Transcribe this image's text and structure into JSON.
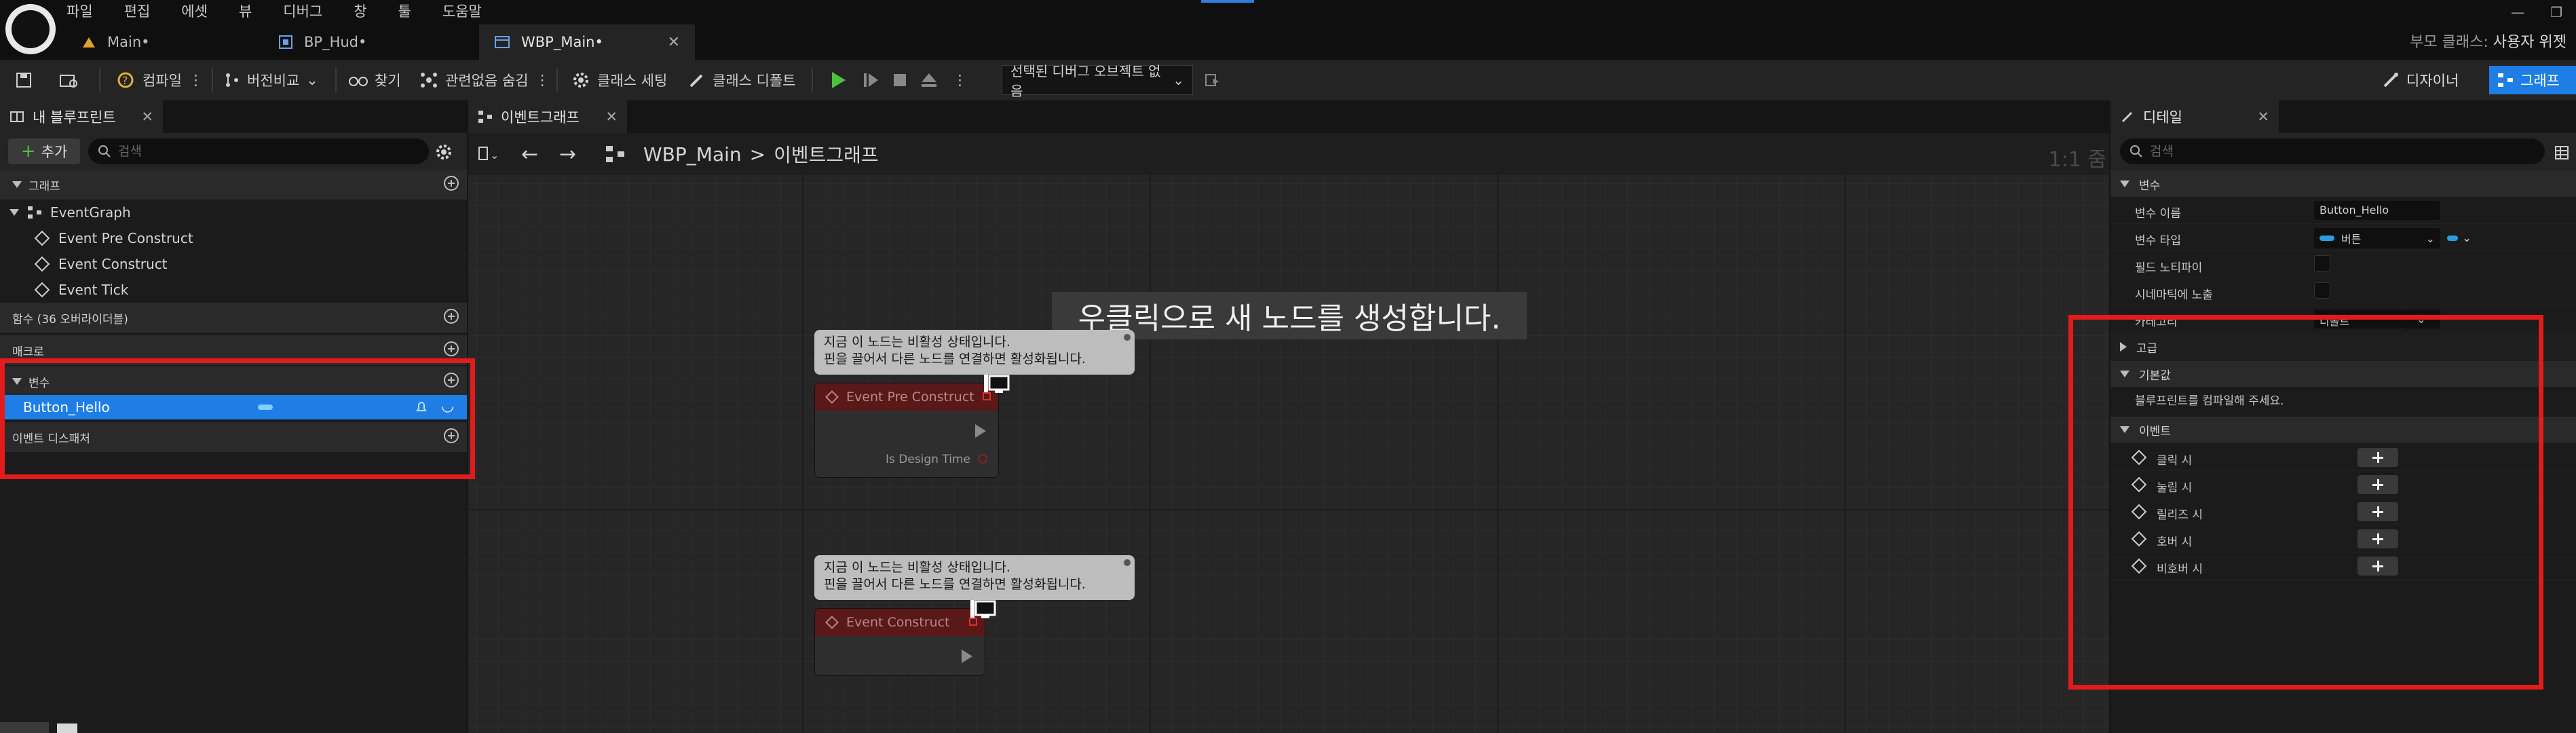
{
  "menu": [
    "파일",
    "편집",
    "에셋",
    "뷰",
    "디버그",
    "창",
    "툴",
    "도움말"
  ],
  "doc_tabs": [
    {
      "label": "Main•"
    },
    {
      "label": "BP_Hud•"
    },
    {
      "label": "WBP_Main•"
    }
  ],
  "title_right": {
    "label": "부모 클래스:",
    "value": "사용자 위젯"
  },
  "toolbar": {
    "compile": "컴파일",
    "diff": "버전비교",
    "find": "찾기",
    "hide_unrelated": "관련없음 숨김",
    "class_settings": "클래스 세팅",
    "class_defaults": "클래스 디폴트",
    "debug_select": "선택된 디버그 오브젝트 없음",
    "designer": "디자이너",
    "graph": "그래프"
  },
  "left_panel": {
    "tab": "내 블루프린트",
    "add": "추가",
    "search_placeholder": "검색",
    "sections": {
      "graph": "그래프",
      "functions": "함수 (36 오버라이더블)",
      "macros": "매크로",
      "variables": "변수",
      "dispatchers": "이벤트 디스패처"
    },
    "graph_items": [
      "EventGraph",
      "Event Pre Construct",
      "Event Construct",
      "Event Tick"
    ],
    "variable": "Button_Hello"
  },
  "graph": {
    "tab": "이벤트그래프",
    "breadcrumb_root": "WBP_Main",
    "breadcrumb_sep": ">",
    "breadcrumb_leaf": "이벤트그래프",
    "zoom": "1:1 줌",
    "hint": "우클릭으로 새 노드를 생성합니다.",
    "comment_line1": "지금 이 노드는 비활성 상태입니다.",
    "comment_line2": "핀을 끌어서 다른 노드를 연결하면 활성화됩니다.",
    "node1_title": "Event Pre Construct",
    "node1_pin": "Is Design Time",
    "node2_title": "Event Construct"
  },
  "details": {
    "tab": "디테일",
    "search_placeholder": "검색",
    "cat_variable": "변수",
    "var_name_label": "변수 이름",
    "var_name_value": "Button_Hello",
    "var_type_label": "변수 타입",
    "var_type_value": "버튼",
    "field_notify": "필드 노티파이",
    "cinematic": "시네마틱에 노출",
    "category_label": "카테고리",
    "category_value": "디폴트",
    "cat_advanced": "고급",
    "cat_default_value": "기본값",
    "compile_msg": "블루프린트를 컴파일해 주세요.",
    "cat_events": "이벤트",
    "events": [
      "클릭 시",
      "눌림 시",
      "릴리즈 시",
      "호버 시",
      "비호버 시"
    ]
  },
  "colors": {
    "accent_blue": "#1f7ee6",
    "highlight_red": "#e21b1b",
    "node_header": "#5a1818",
    "variable_pill": "#2b9ce0"
  }
}
